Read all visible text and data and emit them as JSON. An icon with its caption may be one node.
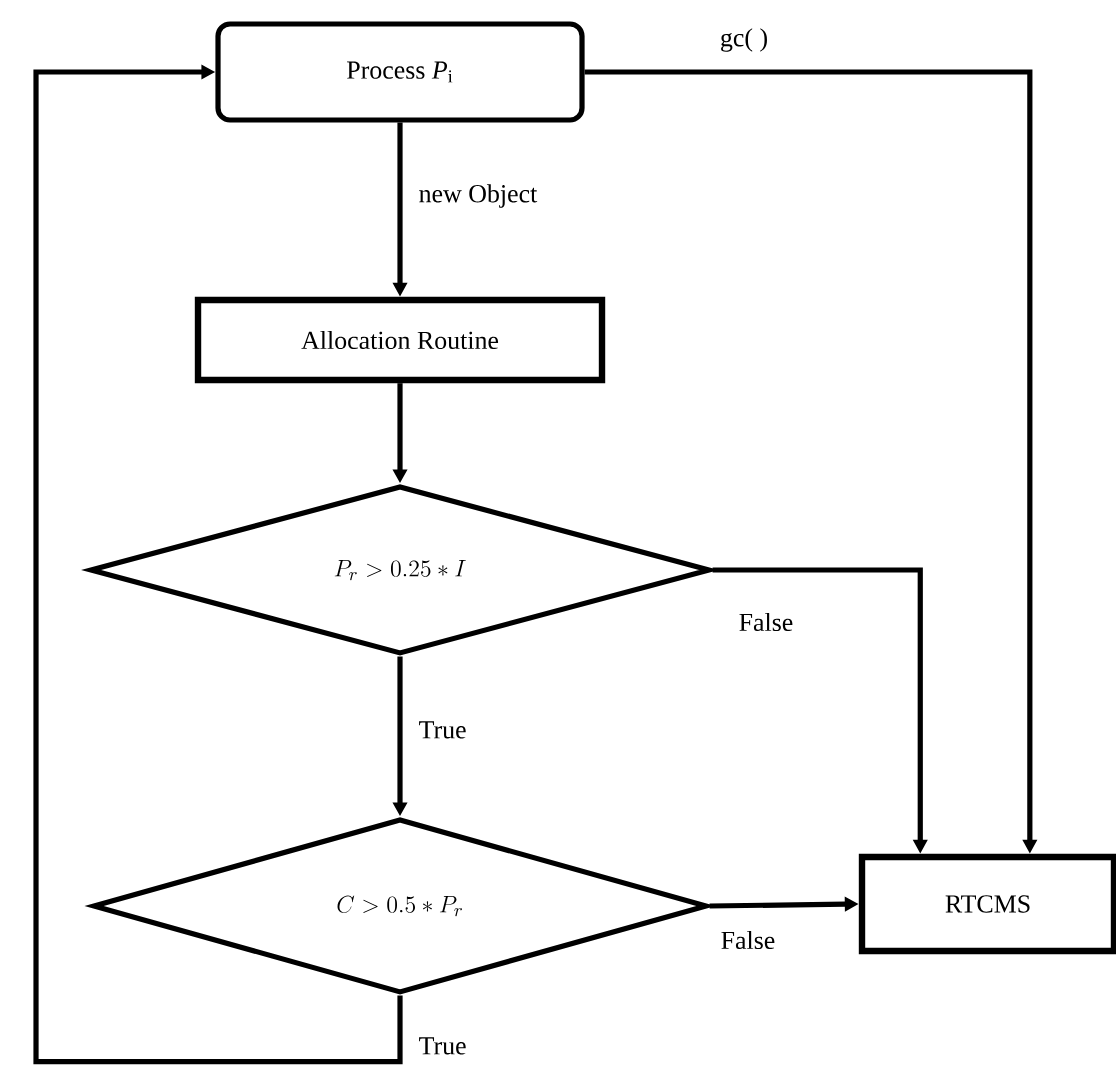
{
  "diagram": {
    "nodes": [
      {
        "text": [
          "Process *P*$_{i}$"
        ]
      },
      {
        "text": [
          "Allocation Routine"
        ]
      },
      {
        "text": [
          "P_r > 0.25 * I"
        ]
      },
      {
        "text": [
          "C > 0.5 * P_r"
        ]
      },
      {
        "text": [
          "RTCMS"
        ]
      }
    ],
    "edges": [
      {
        "from": 0,
        "to": 1,
        "arrow": "to",
        "label": "new Object"
      },
      {
        "from": 1,
        "to": 2,
        "arrow": "to"
      },
      {
        "from": 2,
        "to": 3,
        "arrow": "to",
        "label": "True"
      },
      {
        "from": 2,
        "to": 4,
        "arrow": "to",
        "label": "False"
      },
      {
        "from": 3,
        "to": 4,
        "arrow": "to",
        "label": "False"
      },
      {
        "from": 3,
        "to": 0,
        "arrow": "to",
        "label": "True"
      },
      {
        "from": 0,
        "to": 4,
        "arrow": "to",
        "label": "gc( )"
      }
    ]
  }
}
